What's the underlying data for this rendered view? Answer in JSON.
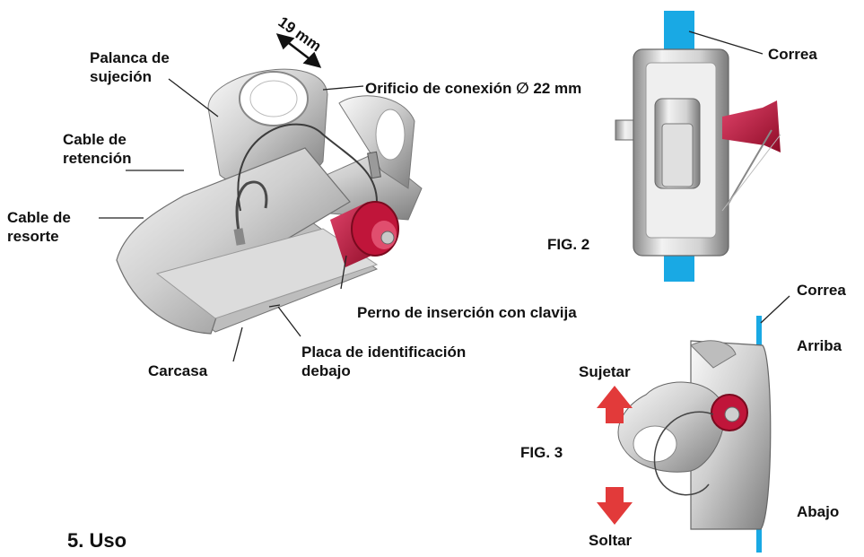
{
  "labels": {
    "dimension_19mm": "19 mm",
    "palanca_line1": "Palanca de",
    "palanca_line2": "sujeción",
    "orificio": "Orificio de conexión ∅ 22 mm",
    "cable_retencion_line1": "Cable de",
    "cable_retencion_line2": "retención",
    "cable_resorte_line1": "Cable de",
    "cable_resorte_line2": "resorte",
    "perno": "Perno de inserción con clavija",
    "placa_line1": "Placa de identificación",
    "placa_line2": "debajo",
    "carcasa": "Carcasa",
    "correa_fig2": "Correa",
    "fig2": "FIG. 2",
    "correa_fig3": "Correa",
    "arriba": "Arriba",
    "sujetar": "Sujetar",
    "fig3": "FIG. 3",
    "abajo": "Abajo",
    "soltar": "Soltar"
  },
  "section": {
    "title": "5. Uso"
  },
  "colors": {
    "strap": "#19a9e4",
    "pin": "#c0153a",
    "arrow": "#e23a3a",
    "metal_light": "#e6e6e6",
    "metal_mid": "#a9a9a9",
    "metal_dark": "#6b6b6b"
  }
}
